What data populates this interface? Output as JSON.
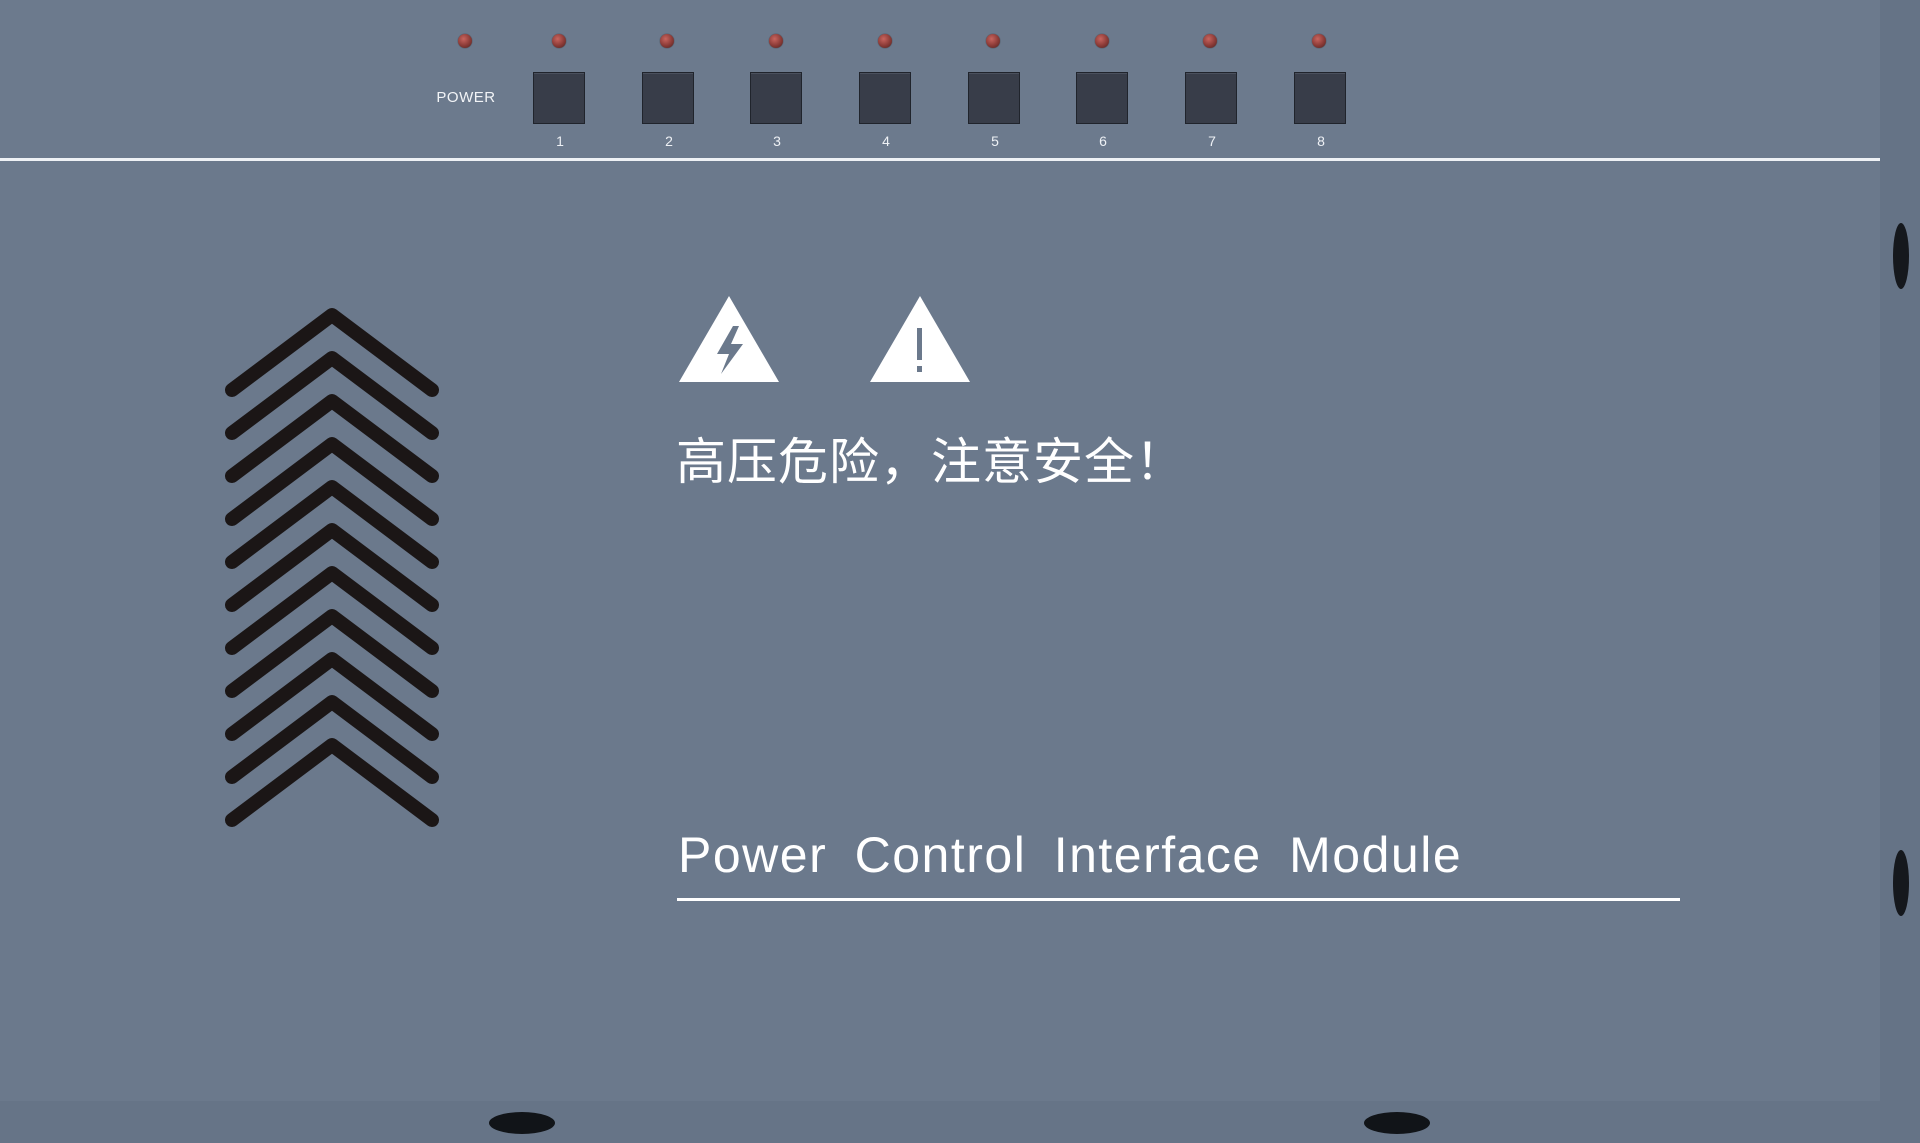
{
  "panel": {
    "power_label": "POWER",
    "channels": [
      {
        "label": "1"
      },
      {
        "label": "2"
      },
      {
        "label": "3"
      },
      {
        "label": "4"
      },
      {
        "label": "5"
      },
      {
        "label": "6"
      },
      {
        "label": "7"
      },
      {
        "label": "8"
      }
    ]
  },
  "warning": {
    "text": "高压危险，注意安全！",
    "icons": [
      "high-voltage-icon",
      "caution-icon"
    ]
  },
  "module": {
    "title": "Power Control Interface Module"
  },
  "colors": {
    "body": "#6b798c",
    "led": "#8a3a36",
    "button": "#383d49",
    "text": "#ffffff",
    "vent": "#1b1616"
  }
}
